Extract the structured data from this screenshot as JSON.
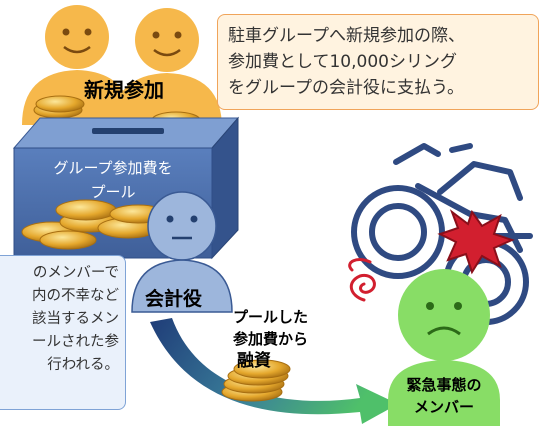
{
  "top_note": {
    "lines": [
      "駐車グループへ新規参加の際、",
      "参加費として10,000シリング",
      "をグループの会計役に支払う。"
    ]
  },
  "left_note": {
    "lines": [
      "のメンバーで",
      "内の不幸など",
      "該当するメン",
      "ールされた参",
      "行われる。"
    ]
  },
  "labels": {
    "new_member": "新規参加",
    "pool_line1": "グループ参加費を",
    "pool_line2": "プール",
    "treasurer": "会計役",
    "loan_line1": "プールした",
    "loan_line2": "参加費から",
    "loan_line3": "融資",
    "emergency_line1": "緊急事態の",
    "emergency_line2": "メンバー"
  },
  "colors": {
    "orange_person": "#f6b84b",
    "blue_person": "#9db6dc",
    "green_person": "#88dd66",
    "box": "#4a6ea8",
    "coin": "#e5a82d",
    "arrow_blue": "#2d4f8e",
    "arrow_green": "#4db860",
    "motorbike": "#2f4a82",
    "crash_red": "#d21f2f"
  }
}
